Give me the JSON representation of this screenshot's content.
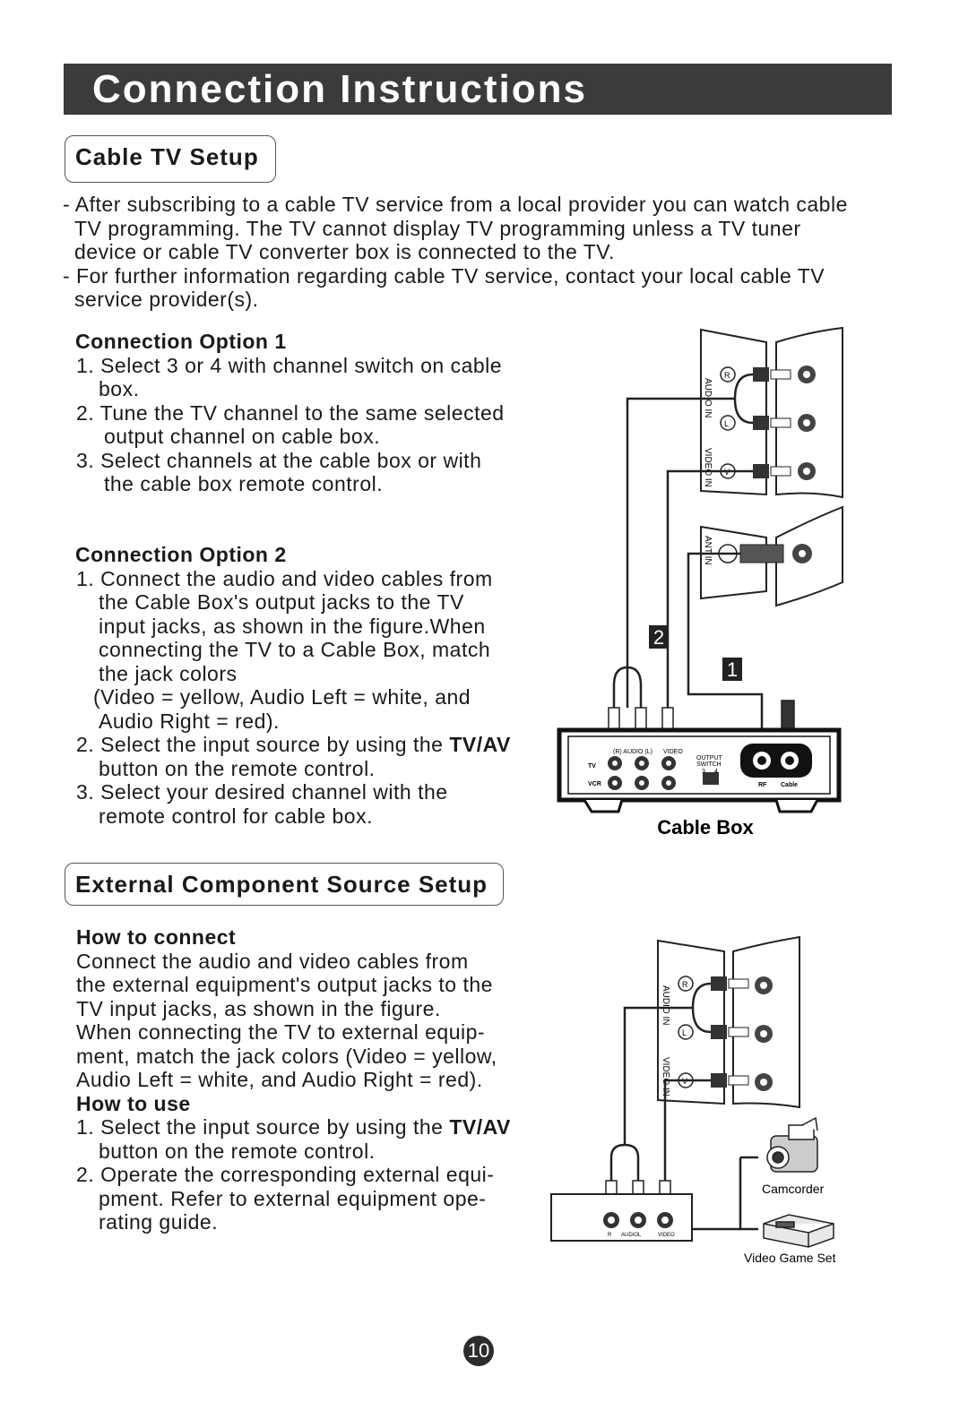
{
  "header": {
    "title": "Connection Instructions",
    "bar_color": "#3c3b3b"
  },
  "cable_tv": {
    "heading": "Cable TV Setup",
    "intro": [
      "- After subscribing to a cable TV service from a local provider you can watch cable",
      "TV programming. The TV cannot display TV programming unless a TV tuner",
      "device or cable TV converter box is connected to the TV.",
      "- For further information regarding cable TV service, contact your local cable TV",
      "service provider(s)."
    ],
    "option1": {
      "heading": "Connection Option 1",
      "lines": [
        "1. Select 3 or 4 with channel switch on cable",
        "box.",
        "2. Tune the TV channel to the same selected",
        "output channel on cable box.",
        "3. Select channels at the cable box or with",
        "the cable box remote control."
      ]
    },
    "option2": {
      "heading": "Connection Option 2",
      "lines": [
        "1. Connect the audio and video cables from",
        "the Cable Box's output jacks to the TV",
        "input jacks, as shown in the figure.When",
        "connecting the TV to a Cable Box, match",
        "the jack colors",
        "(Video = yellow, Audio Left = white, and",
        "Audio Right = red)."
      ],
      "step2_prefix": "2. Select the input source by using the ",
      "step2_button": "TV/AV",
      "step2_rest": "button on the remote control.",
      "step3": [
        "3. Select your desired channel with the",
        "remote control for cable box."
      ]
    },
    "diagram": {
      "caption": "Cable Box",
      "tv_labels": {
        "audio_in": "AUDIO IN",
        "video_in": "VIDEO IN",
        "ant_in": "ANT IN",
        "r": "R",
        "l": "L",
        "v": "V"
      },
      "box_labels": {
        "audio": "(R) AUDIO (L)",
        "video": "VIDEO",
        "output": "OUTPUT",
        "switch": "SWITCH",
        "three": "3",
        "four": "4",
        "tv": "TV",
        "vcr": "VCR",
        "rf": "RF",
        "cable": "Cable"
      },
      "markers": [
        "1",
        "2"
      ]
    }
  },
  "external": {
    "heading": "External Component Source Setup",
    "how_connect": {
      "heading": "How to connect",
      "lines": [
        "Connect the audio and video cables from",
        "the external equipment's output jacks to the",
        "TV input jacks, as shown in the figure.",
        "When connecting the TV to external equip-",
        "ment, match the jack colors (Video = yellow,",
        "Audio Left = white, and Audio Right = red)."
      ]
    },
    "how_use": {
      "heading": "How to use",
      "step1_prefix": "1. Select the input source by using the ",
      "step1_button": "TV/AV",
      "step1_rest": "button on the remote control.",
      "step2": [
        "2. Operate the corresponding external equi-",
        "pment. Refer to external equipment ope-",
        "rating guide."
      ]
    },
    "diagram": {
      "camcorder": "Camcorder",
      "game": "Video Game Set",
      "tv_labels": {
        "audio_in": "AUDIO IN",
        "video_in": "VIDEO IN",
        "r": "R",
        "l": "L",
        "v": "V"
      },
      "jack_labels": {
        "r": "R",
        "audio": "AUDIO",
        "l": "L",
        "video": "VIDEO"
      }
    }
  },
  "footer": {
    "page_number": "10"
  }
}
